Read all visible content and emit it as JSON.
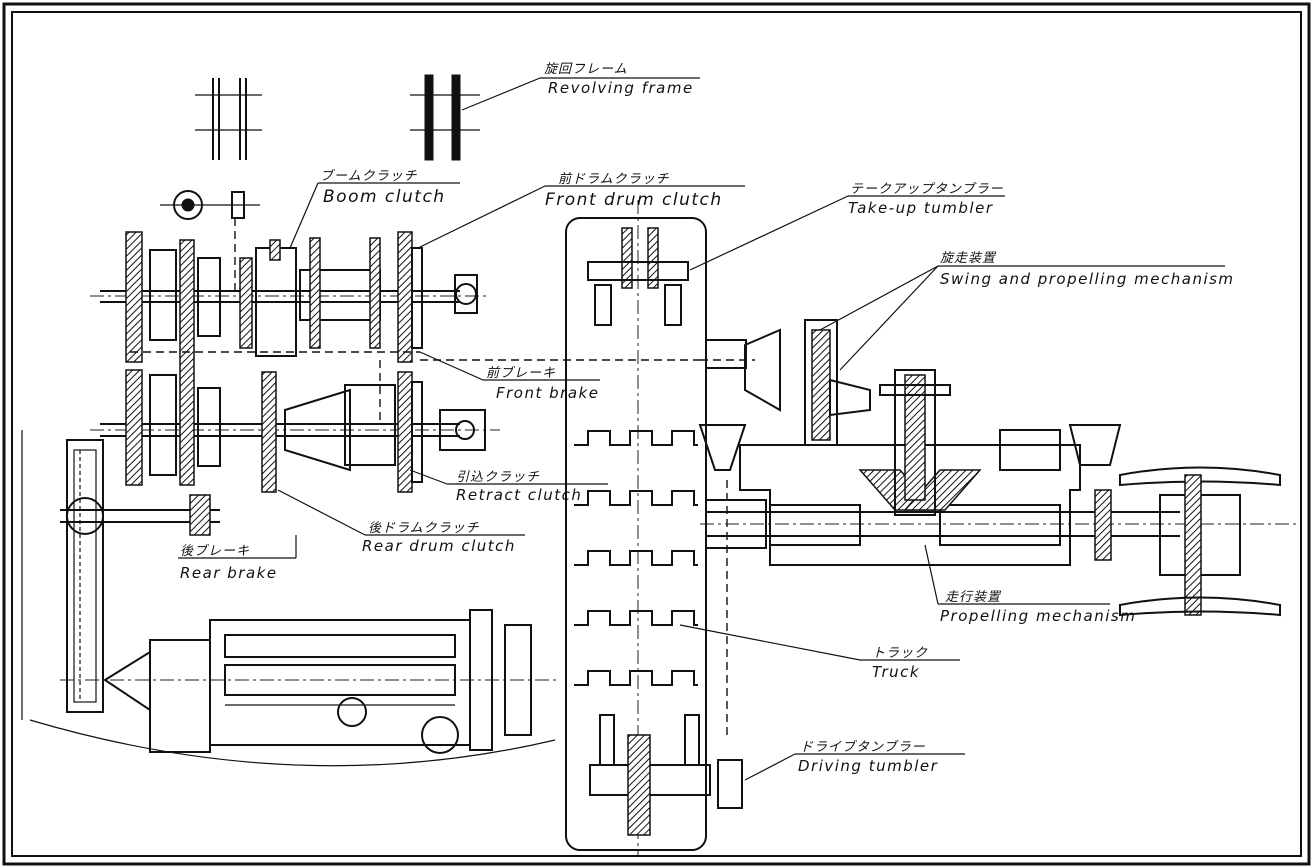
{
  "labels": {
    "revolving_frame": {
      "jp": "旋回フレーム",
      "en": "Revolving frame"
    },
    "boom_clutch": {
      "jp": "ブームクラッチ",
      "en": "Boom clutch"
    },
    "front_drum_clutch": {
      "jp": "前ドラムクラッチ",
      "en": "Front drum clutch"
    },
    "take_up_tumbler": {
      "jp": "テークアップタンブラー",
      "en": "Take-up tumbler"
    },
    "swing_propelling": {
      "jp": "旋走装置",
      "en": "Swing and propelling mechanism"
    },
    "front_brake": {
      "jp": "前ブレーキ",
      "en": "Front brake"
    },
    "retract_clutch": {
      "jp": "引込クラッチ",
      "en": "Retract clutch"
    },
    "rear_drum_clutch": {
      "jp": "後ドラムクラッチ",
      "en": "Rear drum clutch"
    },
    "rear_brake": {
      "jp": "後ブレーキ",
      "en": "Rear brake"
    },
    "propelling_mechanism": {
      "jp": "走行装置",
      "en": "Propelling mechanism"
    },
    "truck": {
      "jp": "トラック",
      "en": "Truck"
    },
    "driving_tumbler": {
      "jp": "ドライブタンブラー",
      "en": "Driving tumbler"
    }
  }
}
